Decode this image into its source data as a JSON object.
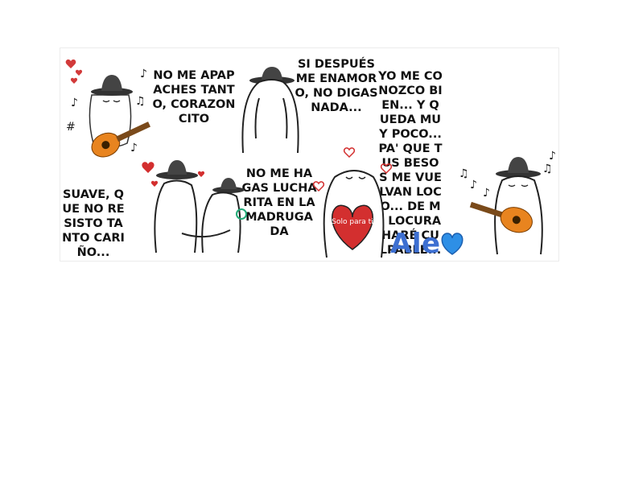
{
  "design": {
    "panel_1": "SUAVE, QUE NO RESISTO TANTO CARIÑO...",
    "panel_2": "NO ME APAPACHES TANTO, CORAZONCITO",
    "panel_3": "NO ME HAGAS LUCHARITA EN LA MADRUGADA",
    "panel_4": "SI DESPUÉS ME ENAMORO, NO DIGAS NADA...",
    "panel_5": "YO ME CONOZCO BIEN... Y QUEDA MUY POCO... PA' QUE TUS BESOS ME VUELVAN LOCO... DE MI LOCURA HARÉ CULPABLE...",
    "heart_text": "Solo para ti",
    "name": "Ale",
    "colors": {
      "text": "#111111",
      "name": "#3d6fd1",
      "heart": "#d32f2f",
      "guitar": "#e8841f",
      "hat": "#444444",
      "name_heart": "#2e8fe6"
    },
    "icons": [
      "guitar-flork",
      "hat",
      "music-notes",
      "hearts",
      "heart-sign",
      "blue-heart"
    ]
  }
}
